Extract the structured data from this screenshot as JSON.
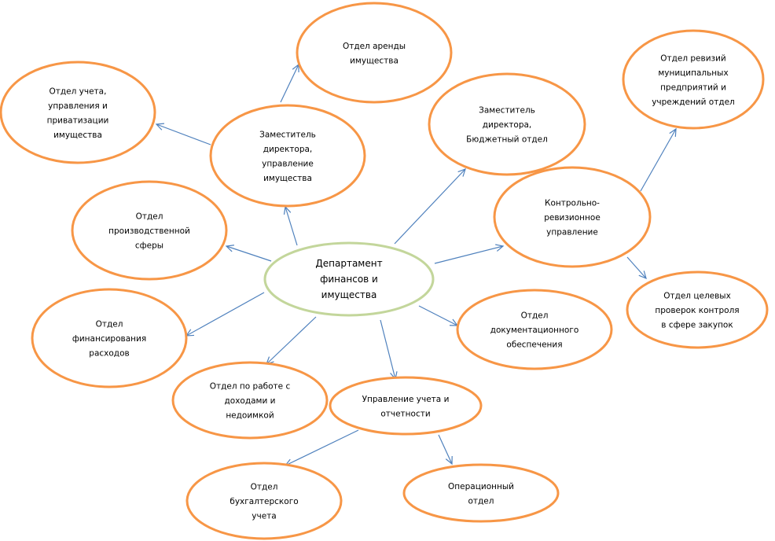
{
  "colors": {
    "node_border": "#F79646",
    "root_border": "#C3D69B",
    "arrow": "#4F81BD",
    "text": "#000000",
    "background": "#FFFFFF"
  },
  "diagram": {
    "title": "Департамент финансов и имущества",
    "root": {
      "id": "dept",
      "lines": [
        "Департамент",
        "финансов и",
        "имущества"
      ]
    },
    "nodes": [
      {
        "id": "deputy_property",
        "lines": [
          "Заместитель",
          "директора,",
          "управление",
          "имущества"
        ]
      },
      {
        "id": "rent",
        "lines": [
          "Отдел аренды",
          "имущества"
        ]
      },
      {
        "id": "accounting_privatization",
        "lines": [
          "Отдел учета,",
          "управления и",
          "приватизации",
          "имущества"
        ]
      },
      {
        "id": "deputy_budget",
        "lines": [
          "Заместитель",
          "директора,",
          "Бюджетный отдел"
        ]
      },
      {
        "id": "audit_municipal",
        "lines": [
          "Отдел ревизий",
          "муниципальных",
          "предприятий и",
          "учреждений отдел"
        ]
      },
      {
        "id": "control_audit",
        "lines": [
          "Контрольно-",
          "ревизионное",
          "управление"
        ]
      },
      {
        "id": "target_inspections",
        "lines": [
          "Отдел целевых",
          "проверок контроля",
          "в сфере закупок"
        ]
      },
      {
        "id": "production",
        "lines": [
          "Отдел",
          "производственной",
          "сферы"
        ]
      },
      {
        "id": "financing",
        "lines": [
          "Отдел",
          "финансирования",
          "расходов"
        ]
      },
      {
        "id": "revenue",
        "lines": [
          "Отдел по работе с",
          "доходами и",
          "недоимкой"
        ]
      },
      {
        "id": "reporting",
        "lines": [
          "Управление учета и",
          "отчетности"
        ]
      },
      {
        "id": "bookkeeping",
        "lines": [
          "Отдел",
          "бухгалтерского",
          "учета"
        ]
      },
      {
        "id": "operations",
        "lines": [
          "Операционный",
          "отдел"
        ]
      },
      {
        "id": "documentation",
        "lines": [
          "Отдел",
          "документационного",
          "обеспечения"
        ]
      }
    ],
    "edges": [
      {
        "from": "dept",
        "to": "deputy_property"
      },
      {
        "from": "deputy_property",
        "to": "rent"
      },
      {
        "from": "deputy_property",
        "to": "accounting_privatization"
      },
      {
        "from": "dept",
        "to": "deputy_budget"
      },
      {
        "from": "dept",
        "to": "control_audit"
      },
      {
        "from": "control_audit",
        "to": "audit_municipal"
      },
      {
        "from": "control_audit",
        "to": "target_inspections"
      },
      {
        "from": "dept",
        "to": "production"
      },
      {
        "from": "dept",
        "to": "financing"
      },
      {
        "from": "dept",
        "to": "revenue"
      },
      {
        "from": "dept",
        "to": "reporting"
      },
      {
        "from": "reporting",
        "to": "bookkeeping"
      },
      {
        "from": "reporting",
        "to": "operations"
      },
      {
        "from": "dept",
        "to": "documentation"
      }
    ]
  }
}
